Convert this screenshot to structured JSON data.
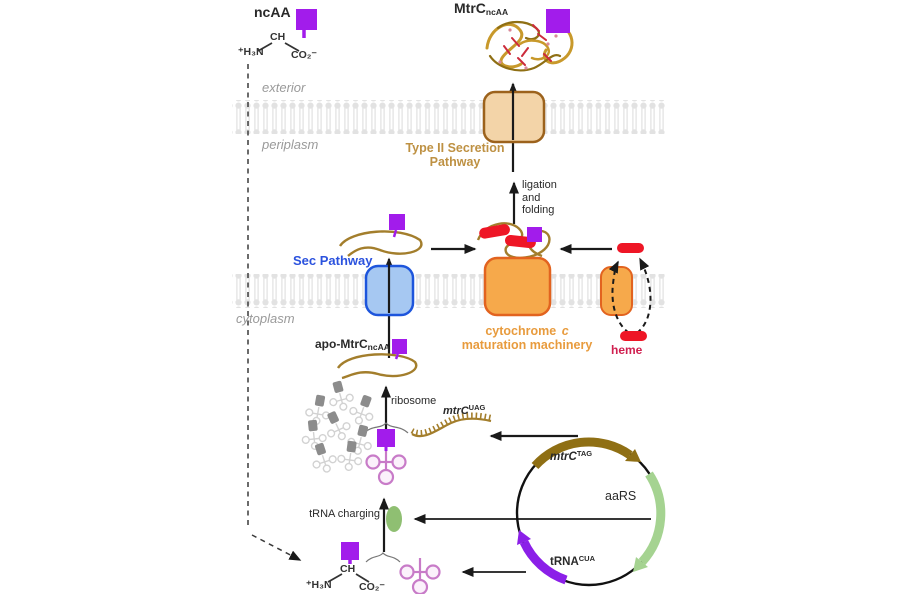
{
  "diagram": {
    "top": {
      "ncaa_label": "ncAA",
      "mtrc_label": {
        "base": "MtrC",
        "sub": "ncAA"
      },
      "amino_acid": {
        "alpha_carbon": "CH",
        "amine": "⁺H₃N",
        "carboxyl": "CO₂⁻"
      }
    },
    "compartments": {
      "exterior": "exterior",
      "periplasm": "periplasm",
      "cytoplasm": "cytoplasm"
    },
    "secretion": {
      "type2_line1": "Type II Secretion",
      "type2_line2": "Pathway",
      "ligation_label": "ligation and folding"
    },
    "sec_pathway_label": "Sec Pathway",
    "apo_mtrc_label": {
      "base": "apo-MtrC",
      "sub": "ncAA"
    },
    "ccm_label": {
      "line1_base": "cytochrome",
      "line1_italic": "c",
      "line2": "maturation machinery"
    },
    "heme_label": "heme",
    "translation": {
      "ribosome_label": "ribosome",
      "mrna_label": {
        "base": "mtrC",
        "sup": "UAG"
      },
      "trna_charging_label": "tRNA charging",
      "amino_acid": {
        "alpha_carbon": "CH",
        "amine": "⁺H₃N",
        "carboxyl": "CO₂⁻"
      }
    },
    "plasmid": {
      "gene_mtrc": {
        "base": "mtrC",
        "sup": "TAG"
      },
      "gene_aars": "aaRS",
      "gene_trna": {
        "base": "tRNA",
        "sup": "CUA"
      }
    }
  },
  "colors": {
    "ncaa_purple": "#A21CEB",
    "heme_red": "#EE1626",
    "membrane_gray": "#E2E2E2",
    "peptide_gold": "#A37E2C",
    "gene_olive": "#8F6F14",
    "aars_green_arrow": "#A5D391",
    "synthetase_green": "#8FBF72",
    "trna_gene_purple": "#8B1FE8",
    "trna_pink": "#C87BC8",
    "trna_pink_fill": "#FBF1FB",
    "type2_box_fill": "#F3D4A8",
    "type2_box_stroke": "#9C621C",
    "sec_box_fill": "#A6C8F2",
    "sec_box_stroke": "#1D55DC",
    "ccm_box_fill": "#F6A94B",
    "ccm_box_stroke": "#E2631F",
    "pool_square_gray": "#8C8C8C",
    "arrow_black": "#1a1a1a"
  },
  "icons": {
    "ncaa-square-icon": "purple filled square = non-canonical amino acid",
    "heme-icon": "red rounded pill = heme cofactor",
    "trna-icon": "pink cloverleaf = tRNA",
    "trna-pool-icon": "gray cloverleafs with gray squares = canonical charged tRNAs",
    "plasmid-icon": "black circle with gene arrows = expression plasmid",
    "membrane-icon": "gray lipid bilayer band",
    "protein-icon": "gold ribbon structure with red hemes = folded MtrC"
  }
}
